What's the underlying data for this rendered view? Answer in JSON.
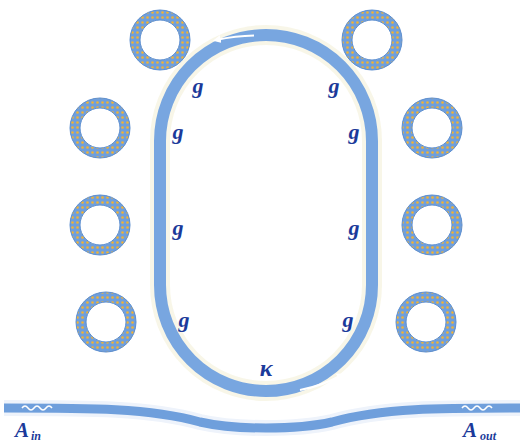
{
  "diagram": {
    "labels": [
      "g",
      "g",
      "g",
      "g",
      "g",
      "g",
      "g",
      "g",
      "κ",
      "A",
      "in",
      "A",
      "out"
    ]
  }
}
